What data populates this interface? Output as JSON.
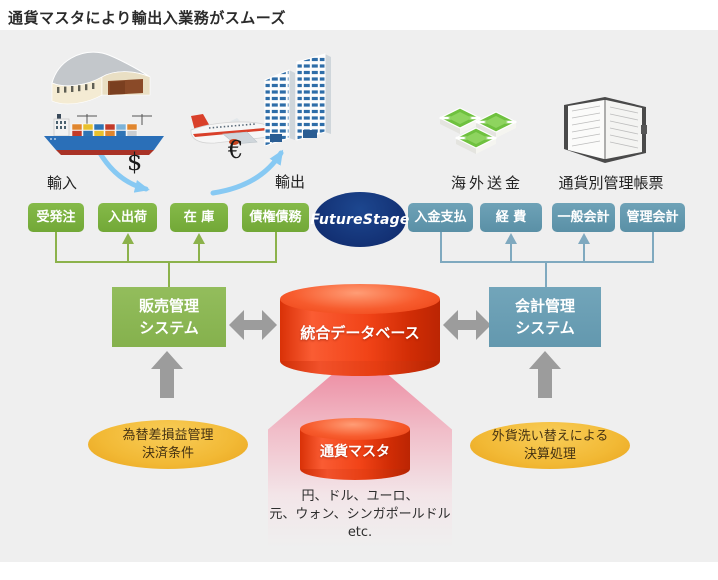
{
  "title": "通貨マスタにより輸出入業務がスムーズ",
  "scene": {
    "import_label": "輸入",
    "export_label": "輸出",
    "dollar": "$",
    "euro": "€",
    "remittance_label": "海外送金",
    "ledger_label": "通貨別管理帳票"
  },
  "logo": "FutureStage",
  "sales_modules": [
    "受発注",
    "入出荷",
    "在 庫",
    "債権債務"
  ],
  "accounting_modules": [
    "入金支払",
    "経 費",
    "一般会計",
    "管理会計"
  ],
  "sales_system": {
    "line1": "販売管理",
    "line2": "システム"
  },
  "accounting_system": {
    "line1": "会計管理",
    "line2": "システム"
  },
  "database_label": "統合データベース",
  "currency_master": {
    "label": "通貨マスタ",
    "line1": "円、ドル、ユーロ、",
    "line2": "元、ウォン、シンガポールドル",
    "line3": "etc."
  },
  "sales_note": {
    "line1": "為替差損益管理",
    "line2": "決済条件"
  },
  "accounting_note": {
    "line1": "外貨洗い替えによる",
    "line2": "決算処理"
  },
  "colors": {
    "background": "#efefef",
    "module_green": "#7cb23f",
    "system_green": "#8eb856",
    "module_blue": "#6398ae",
    "system_blue": "#6ba0b5",
    "logo_navy": "#14387e",
    "database_red": "#ec4113",
    "funnel_pink": "#ec7590",
    "note_yellow": "#f2bc41",
    "gray_arrow": "#9c9c9c",
    "flow_arrow_blue": "#87c9f3"
  }
}
